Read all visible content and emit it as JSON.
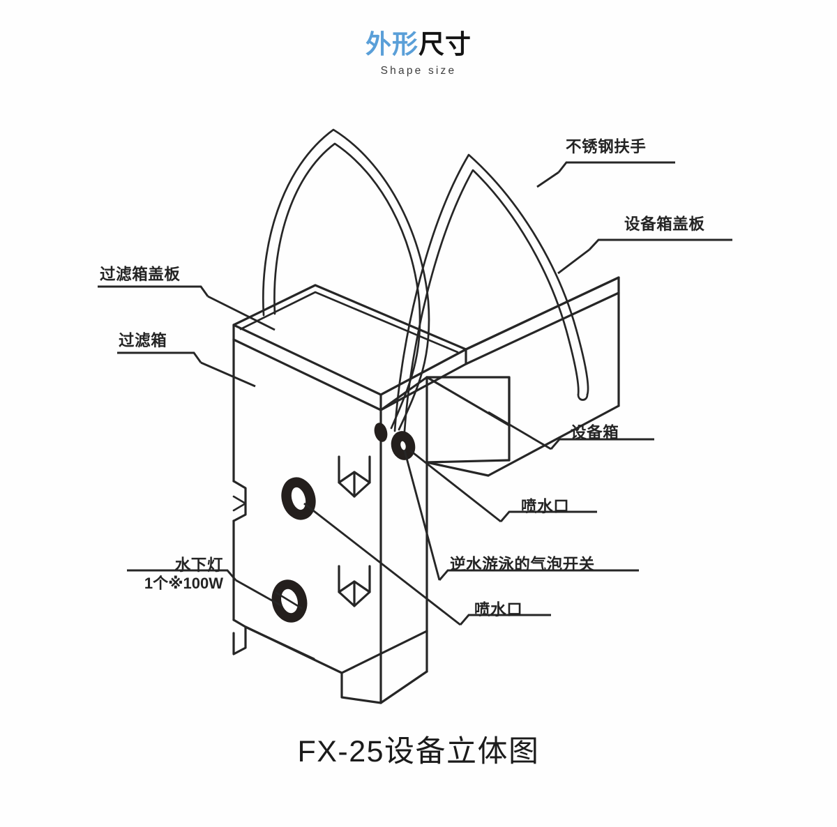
{
  "header": {
    "title_blue": "外形",
    "title_dark": "尺寸",
    "subtitle": "Shape size"
  },
  "caption": "FX-25设备立体图",
  "colors": {
    "title_accent": "#5a9fd8",
    "title_text": "#131313",
    "line": "#262626",
    "background": "#ffffff",
    "marker_fill": "#241f1d"
  },
  "labels": {
    "handrail": "不锈钢扶手",
    "equipment_box_cover": "设备箱盖板",
    "filter_box_cover": "过滤箱盖板",
    "filter_box": "过滤箱",
    "equipment_box": "设备箱",
    "water_jet_upper": "喷水口",
    "bubble_switch": "逆水游泳的气泡开关",
    "water_jet_lower": "喷水口",
    "underwater_light": "水下灯",
    "underwater_light_spec": "1个※100W"
  },
  "diagram": {
    "type": "isometric-line-drawing",
    "subject": "FX-25 swimming pool filtration / counter-current equipment unit",
    "components": [
      "stainless steel handrail (two arches)",
      "equipment box cover plate",
      "filter box cover plate",
      "filter box",
      "equipment box",
      "water jet outlet (upper)",
      "water jet outlet (lower)",
      "counter-current swimming bubble switch",
      "underwater light 1 x 100W"
    ]
  }
}
